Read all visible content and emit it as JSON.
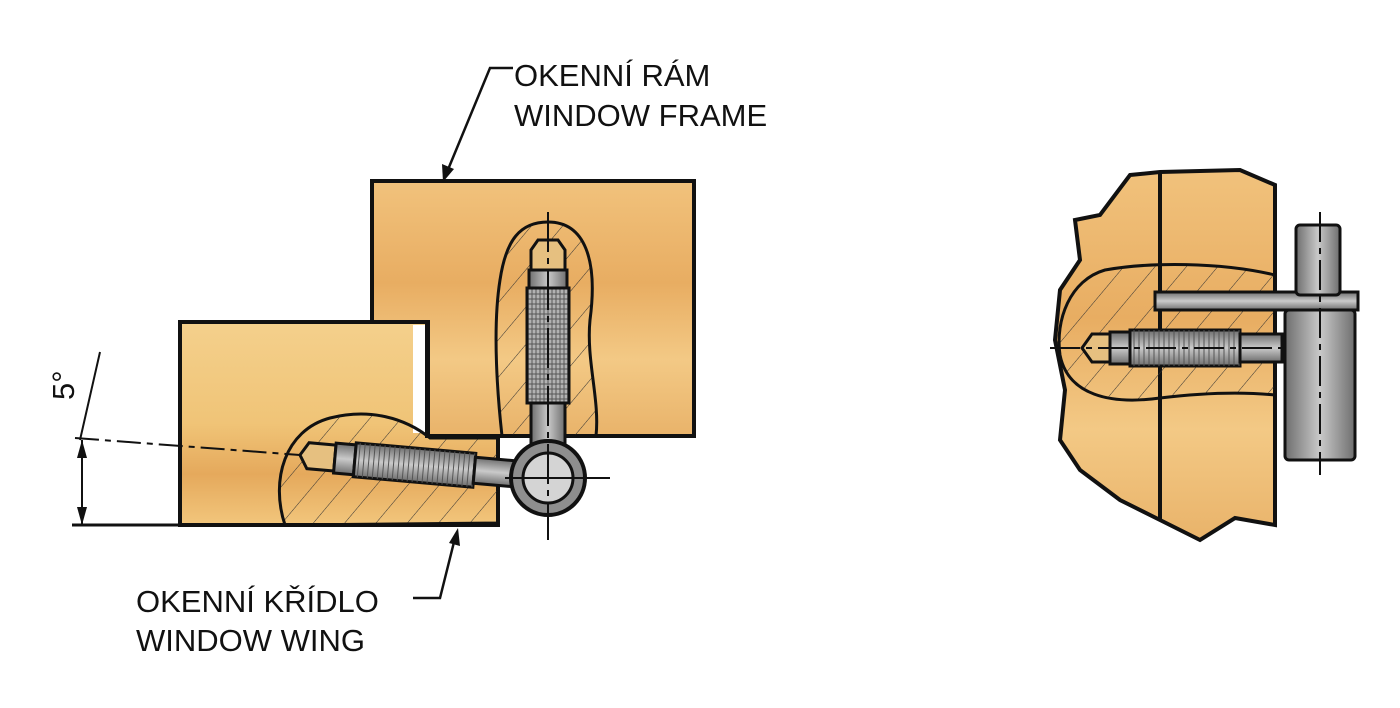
{
  "labels": {
    "frame_cz": "OKENNÍ RÁM",
    "frame_en": "WINDOW FRAME",
    "wing_cz": "OKENNÍ KŘÍDLO",
    "wing_en": "WINDOW WING",
    "angle": "5°"
  },
  "colors": {
    "wood_frame": "#e9b46a",
    "wood_wing": "#f0c878",
    "metal": "#9a9a9a",
    "outline": "#111111"
  }
}
